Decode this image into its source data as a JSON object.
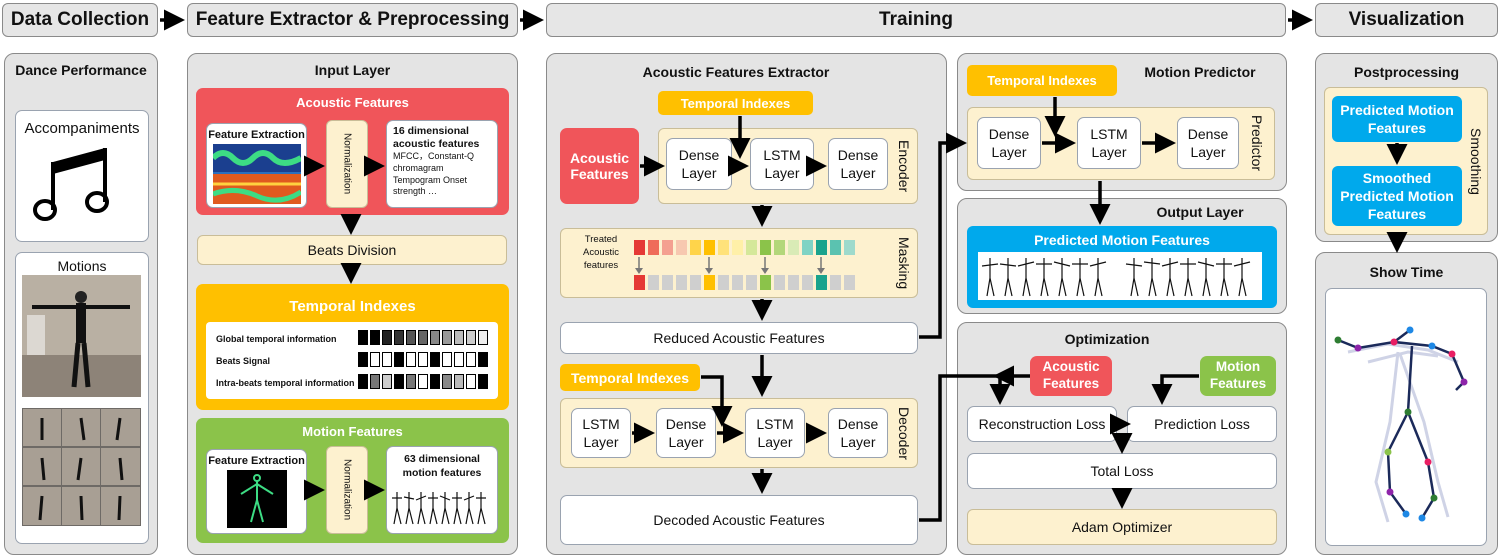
{
  "headers": {
    "data_collection": "Data Collection",
    "feature_extractor": "Feature Extractor & Preprocessing",
    "training": "Training",
    "visualization": "Visualization"
  },
  "data_collection": {
    "title": "Dance Performance",
    "accompaniments": "Accompaniments",
    "motions": "Motions"
  },
  "input_layer": {
    "title": "Input Layer",
    "acoustic_title": "Acoustic Features",
    "feature_extraction": "Feature Extraction",
    "normalization": "Normalization",
    "acoustic_desc_title": "16 dimensional acoustic features",
    "acoustic_desc_body": "MFCC，Constant-Q chromagram Tempogram Onset strength …",
    "beats_division": "Beats Division",
    "temporal_title": "Temporal Indexes",
    "temporal_rows": [
      "Global temporal information",
      "Beats Signal",
      "Intra-beats temporal information"
    ],
    "motion_title": "Motion Features",
    "motion_extraction": "Feature Extraction",
    "motion_normalization": "Normalization",
    "motion_desc": "63 dimensional motion features"
  },
  "extractor": {
    "title": "Acoustic Features Extractor",
    "temporal_indexes": "Temporal Indexes",
    "acoustic_features": "Acoustic Features",
    "dense": "Dense Layer",
    "lstm": "LSTM Layer",
    "encoder": "Encoder",
    "masking": "Masking",
    "treated": "Treated Acoustic features",
    "reduced": "Reduced Acoustic Features",
    "temporal_indexes2": "Temporal Indexes",
    "decoder": "Decoder",
    "decoded": "Decoded Acoustic Features"
  },
  "motion_predictor": {
    "title": "Motion Predictor",
    "temporal_indexes": "Temporal Indexes",
    "dense": "Dense Layer",
    "lstm": "LSTM Layer",
    "predictor": "Predictor"
  },
  "output_layer": {
    "title": "Output Layer",
    "predicted": "Predicted Motion Features"
  },
  "optimization": {
    "title": "Optimization",
    "acoustic_features": "Acoustic Features",
    "motion_features": "Motion Features",
    "reconstruction_loss": "Reconstruction Loss",
    "prediction_loss": "Prediction Loss",
    "total_loss": "Total Loss",
    "adam": "Adam Optimizer"
  },
  "visualization": {
    "postprocessing": "Postprocessing",
    "predicted": "Predicted Motion Features",
    "smoothed": "Smoothed Predicted Motion Features",
    "smoothing": "Smoothing",
    "show_time": "Show Time"
  },
  "colors": {
    "red": "#f0555a",
    "orange": "#ffc000",
    "green": "#8bc34a",
    "blue": "#00a9ec",
    "cream": "#fdf1cf"
  }
}
